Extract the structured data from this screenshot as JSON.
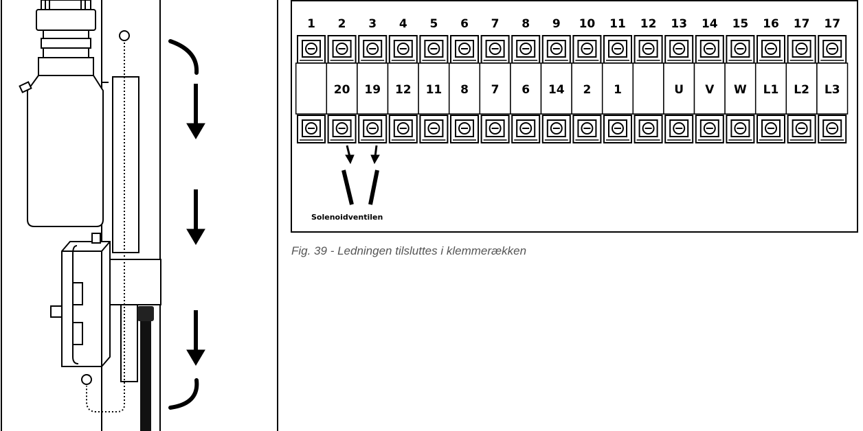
{
  "terminal_block": {
    "top_numbers": [
      "1",
      "2",
      "3",
      "4",
      "5",
      "6",
      "7",
      "8",
      "9",
      "10",
      "11",
      "12",
      "13",
      "14",
      "15",
      "16",
      "17",
      "17"
    ],
    "middle_labels": [
      "",
      "20",
      "19",
      "12",
      "11",
      "8",
      "7",
      "6",
      "14",
      "2",
      "1",
      "",
      "U",
      "V",
      "W",
      "L1",
      "L2",
      "L3"
    ],
    "solenoid_label": "Solenoidventilen",
    "colors": {
      "line": "#000000",
      "terminal_fill": "#ffffff"
    }
  },
  "caption": "Fig. 39 - Ledningen tilsluttes i klemmerækken",
  "left_figure": {
    "arrow_count": 3,
    "icons": [
      "arrow-down-icon",
      "curved-arrow-icon",
      "bottle-icon",
      "junction-box-icon"
    ]
  }
}
